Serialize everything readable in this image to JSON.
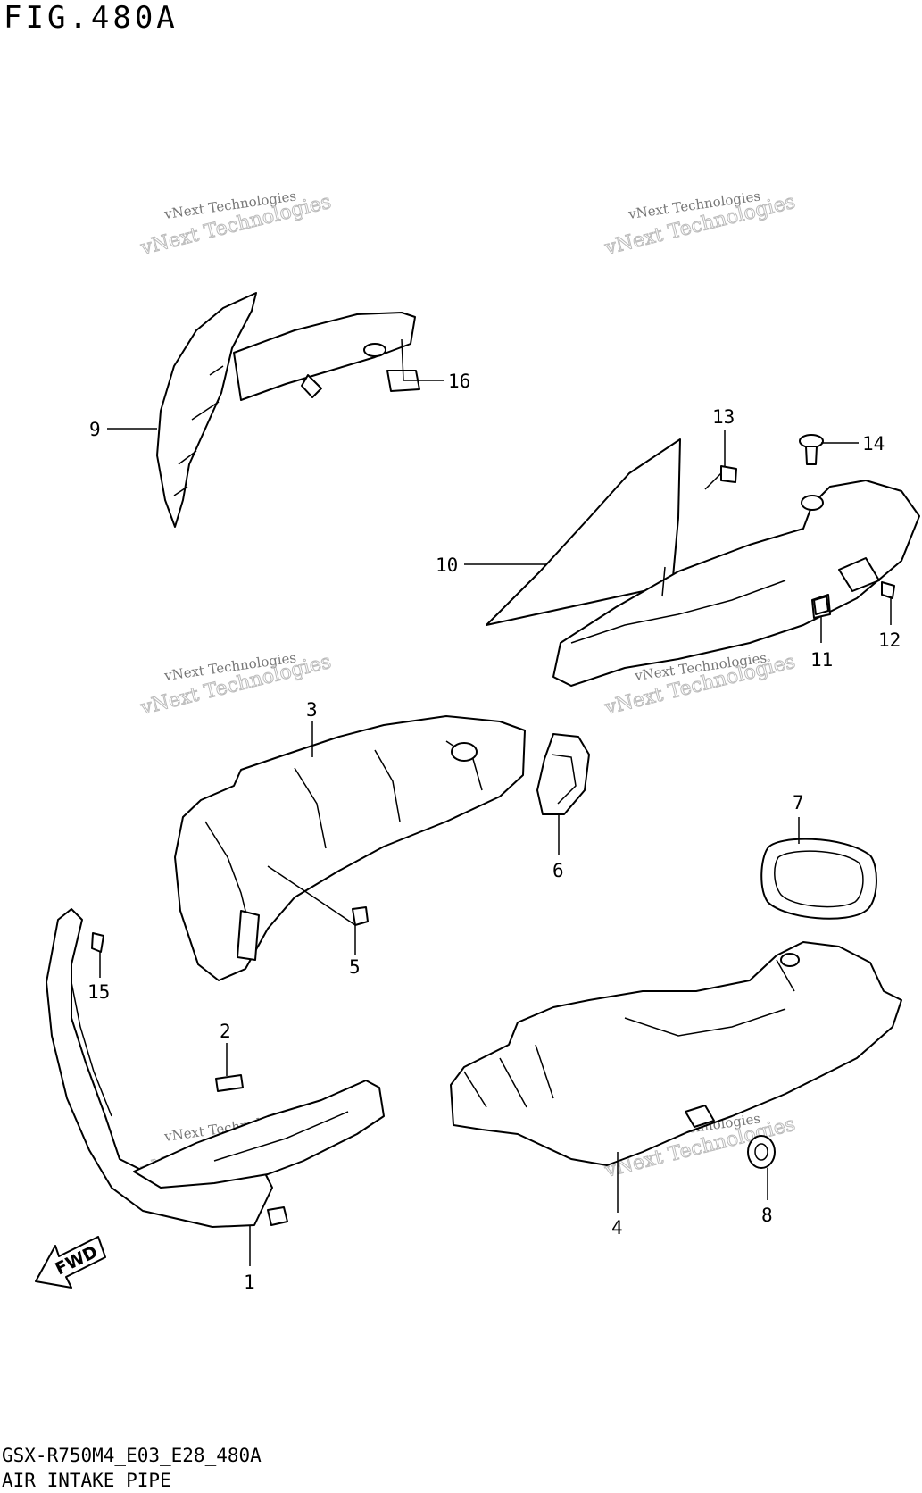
{
  "figure_title": "FIG.480A",
  "footer": {
    "code": "GSX-R750M4_E03_E28_480A",
    "name": "AIR INTAKE PIPE"
  },
  "watermark": {
    "line1": "vNext Technologies",
    "line2": "vNext Technologies"
  },
  "fwd_label": "FWD",
  "callouts": {
    "c1": "1",
    "c2": "2",
    "c3": "3",
    "c4": "4",
    "c5": "5",
    "c6": "6",
    "c7": "7",
    "c8": "8",
    "c9": "9",
    "c10": "10",
    "c11": "11",
    "c12": "12",
    "c13": "13",
    "c14": "14",
    "c15": "15",
    "c16": "16"
  }
}
